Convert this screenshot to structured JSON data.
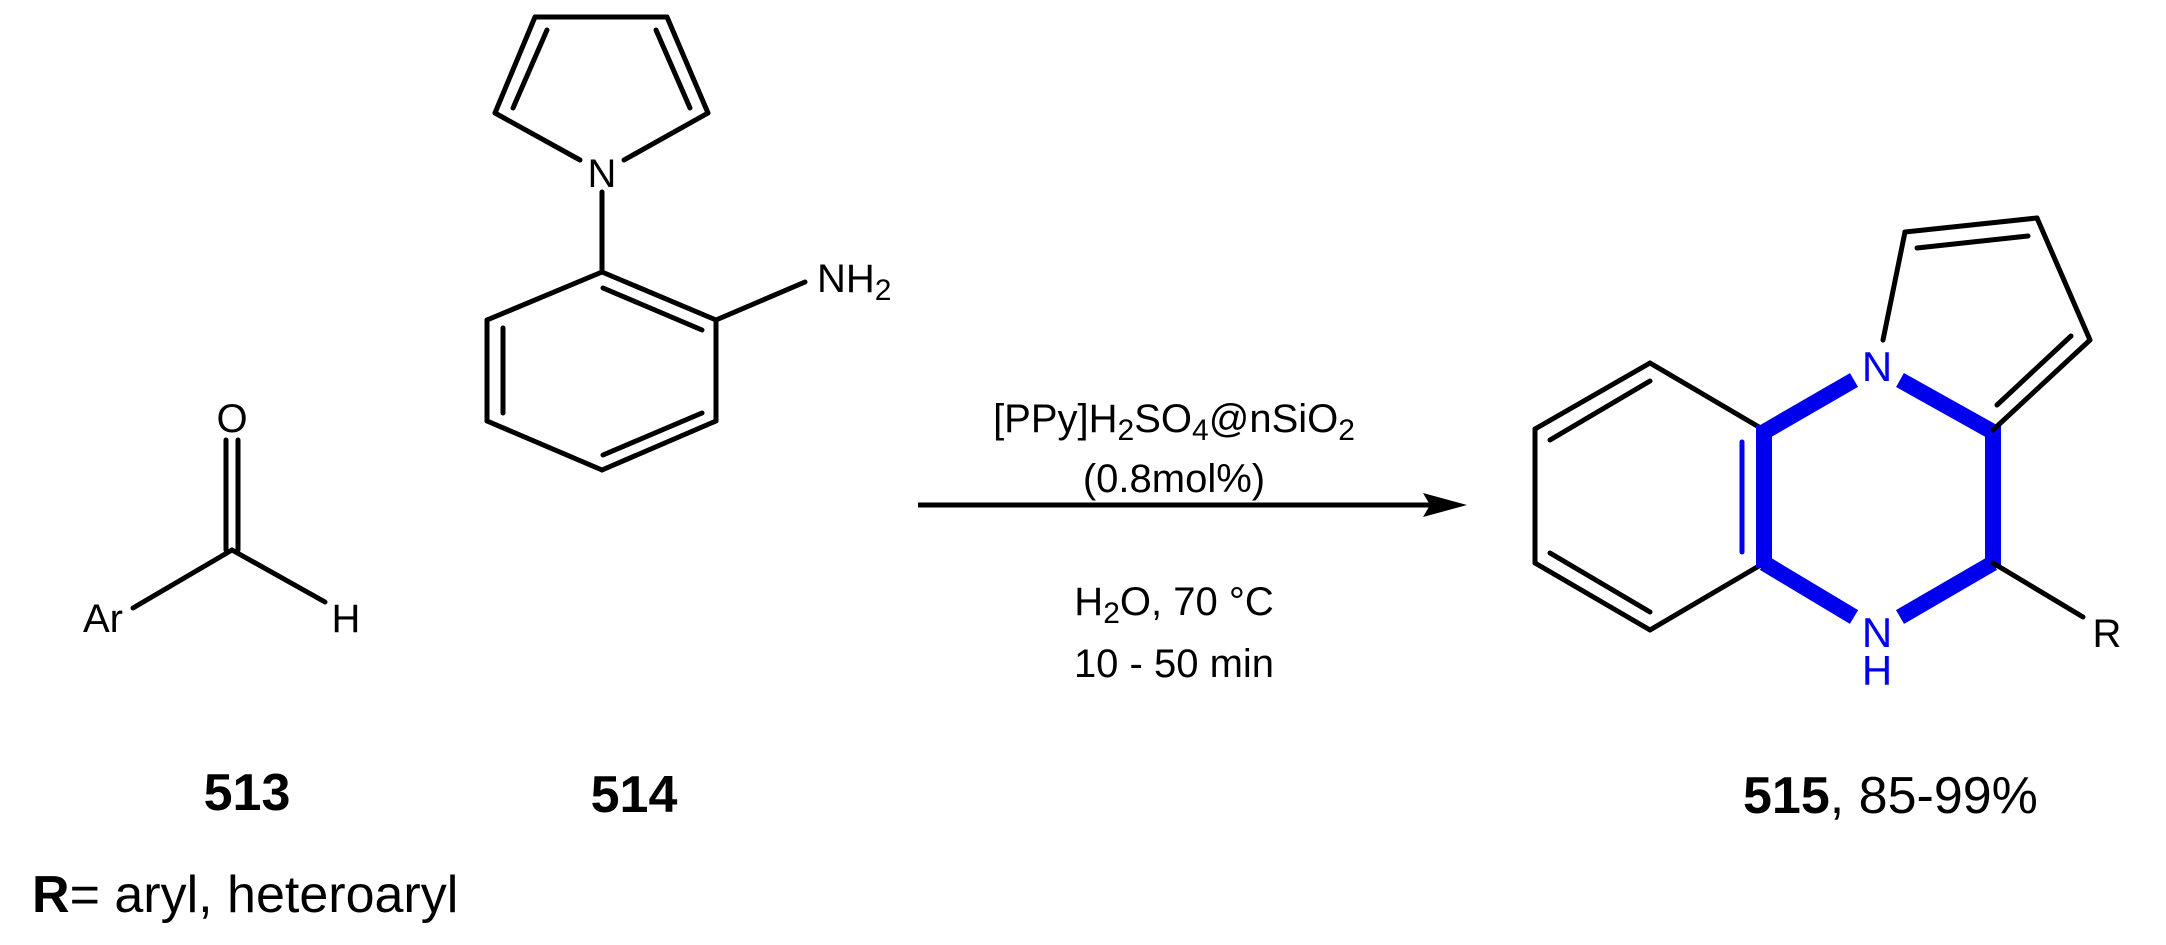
{
  "reaction": {
    "reactants": [
      {
        "id": "513",
        "name": "aromatic aldehyde",
        "atoms": {
          "oxygen": "O",
          "aryl": "Ar",
          "hydrogen": "H"
        }
      },
      {
        "id": "514",
        "name": "2-(1H-pyrrol-1-yl)aniline",
        "atoms": {
          "pyrrole_n": "N",
          "amine": "NH",
          "amine_sub": "2"
        }
      }
    ],
    "conditions": {
      "catalyst_main": "[PPy]H",
      "catalyst_sub1": "2",
      "catalyst_mid": "SO",
      "catalyst_sub2": "4",
      "catalyst_tail": "@nSiO",
      "catalyst_sub3": "2",
      "loading": "(0.8mol%)",
      "solvent_main": "H",
      "solvent_sub": "2",
      "solvent_tail": "O, 70 °C",
      "time": "10 - 50 min"
    },
    "product": {
      "id": "515",
      "yield": ", 85-99%",
      "atoms": {
        "ring_n": "N",
        "nh_n": "N",
        "nh_h": "H",
        "substituent": "R"
      },
      "highlight_color": "#0000ee"
    },
    "footnote": {
      "symbol": "R",
      "definition": "= aryl, heteroaryl"
    }
  }
}
